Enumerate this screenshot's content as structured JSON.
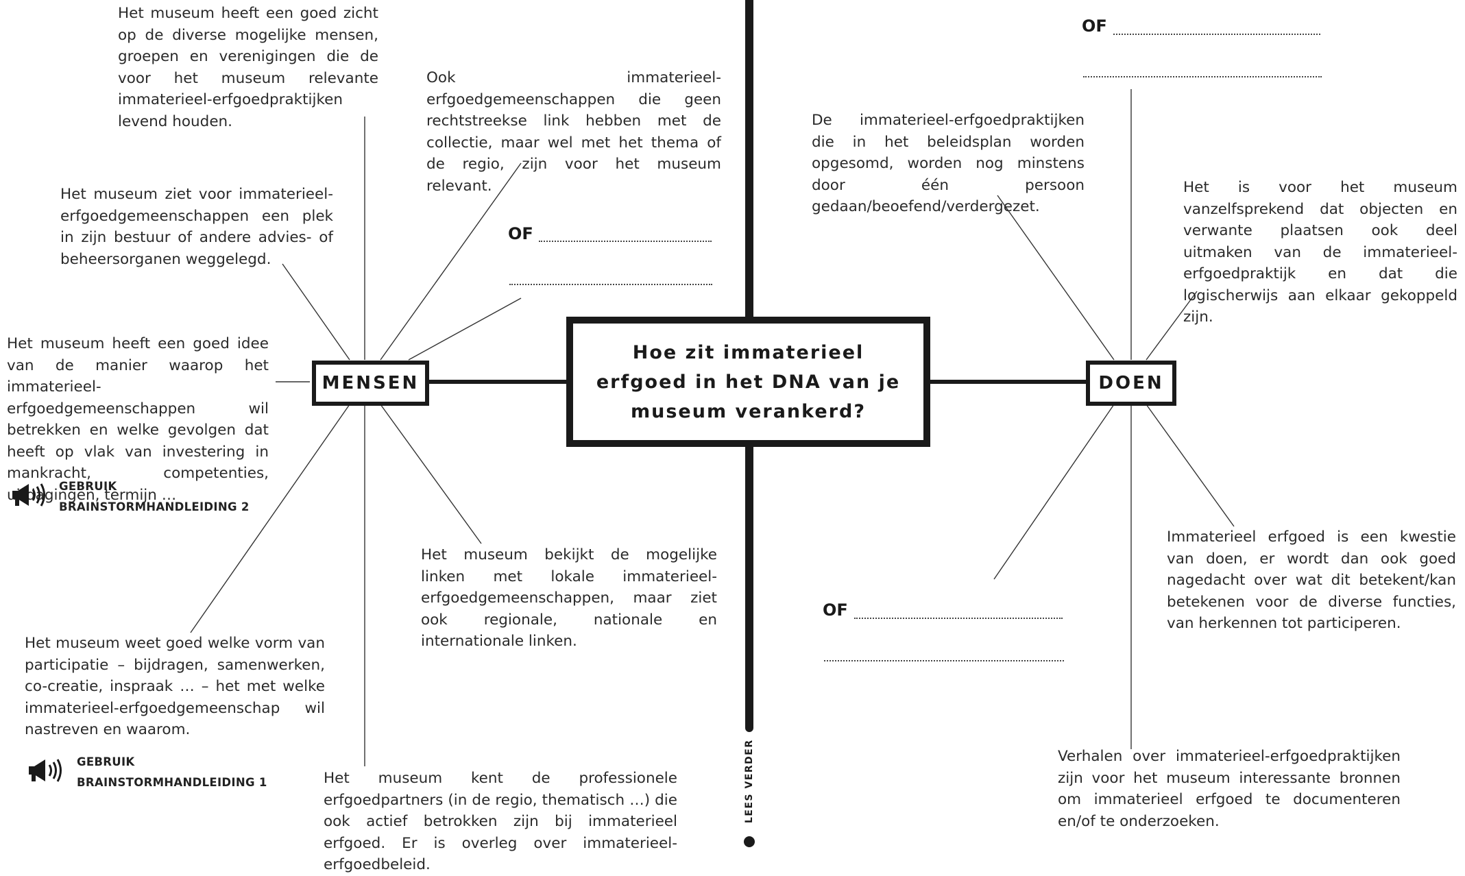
{
  "center_question": "Hoe zit immaterieel erfgoed in het DNA van je museum verankerd?",
  "hubs": {
    "mensen": "MENSEN",
    "doen": "DOEN"
  },
  "mensen_items": {
    "zicht": "Het museum heeft een goed zicht op de diverse mogelijke mensen, groe­pen en verenigingen die de voor het museum relevante immaterieel-erf­goedpraktijken levend houden.",
    "ook": "Ook immaterieel-erfgoedgemeenschap­pen die geen rechtstreekse link hebben met de collectie, maar wel met het thema of de regio, zijn voor het museum relevant.",
    "plek": "Het museum ziet voor immaterieel-erf­goedgemeenschappen een plek in zijn bestuur of andere advies- of beheers­organen weggelegd.",
    "idee": "Het museum heeft een goed idee van de manier waarop het immateri­eel-erfgoedgemeenschappen wil be­trekken en welke gevolgen dat heeft op vlak van investering in mankracht, competenties, uitdagingen, termijn …",
    "linken": "Het museum bekijkt de mogelijke linken met lokale immaterieel-erfgoedgemeen­schappen, maar ziet ook regionale, natio­nale en internationale linken.",
    "vorm": "Het museum weet goed welke vorm van participatie – bijdragen, samenwerken, co-creatie, inspraak … – het met welke immaterieel-erfgoedgemeenschap wil na­streven en waarom.",
    "partners": "Het museum kent de professionele erfgoedpart­ners (in de regio, thematisch …) die ook actief be­trokken zijn bij immaterieel erfgoed. Er is overleg over immaterieel-erfgoedbeleid."
  },
  "doen_items": {
    "beleidsplan": "De immaterieel-erfgoedpraktijken die in het beleidsplan worden opgesomd, worden nog minstens door één per­soon gedaan/beoefend/verdergezet.",
    "objecten": "Het is voor het museum vanzelfspre­kend dat objecten en verwante plaat­sen ook deel uitmaken van de im­materieel-erfgoedpraktijk en dat die logischerwijs aan elkaar gekoppeld zijn.",
    "kwestie": "Immaterieel erfgoed is een kwestie van doen, er wordt dan ook goed nagedacht over wat dit betekent/kan betekenen voor de diverse functies, van herkennen tot participeren.",
    "verhalen": "Verhalen over immaterieel-erfgoedpraktijken zijn voor het museum interessante bronnen om immaterieel erfgoed te documenteren en/of te onderzoeken."
  },
  "of_label": "OF",
  "brainstorm": {
    "one": {
      "line1": "GEBRUIK",
      "line2": "BRAINSTORMHANDLEIDING 2"
    },
    "two": {
      "line1": "GEBRUIK",
      "line2": "BRAINSTORMHANDLEIDING 1"
    }
  },
  "lees_verder": "LEES VERDER",
  "icons": [
    "megaphone-icon",
    "megaphone-icon"
  ]
}
